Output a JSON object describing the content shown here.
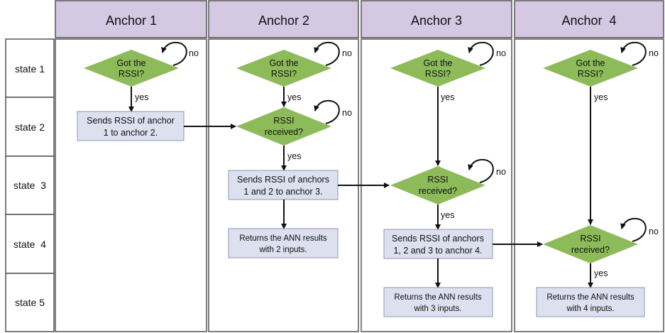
{
  "columns": [
    "Anchor 1",
    "Anchor 2",
    "Anchor 3",
    "Anchor  4"
  ],
  "states": [
    "state 1",
    "state 2",
    "state  3",
    "state  4",
    "state 5"
  ],
  "decisions": {
    "a1_got": [
      "Got the",
      "RSSI?"
    ],
    "a2_got": [
      "Got the",
      "RSSI?"
    ],
    "a3_got": [
      "Got the",
      "RSSI?"
    ],
    "a4_got": [
      "Got the",
      "RSSI?"
    ],
    "a2_recv": [
      "RSSI",
      "received?"
    ],
    "a3_recv": [
      "RSSI",
      "received?"
    ],
    "a4_recv": [
      "RSSI",
      "received?"
    ]
  },
  "boxes": {
    "a1_send": [
      "Sends RSSI of anchor",
      "1 to anchor 2."
    ],
    "a2_send": [
      "Sends RSSI of anchors",
      "1 and 2 to anchor 3."
    ],
    "a2_return": [
      "Returns the ANN results",
      "with 2 inputs."
    ],
    "a3_send": [
      "Sends RSSI of anchors",
      "1, 2 and 3 to anchor 4."
    ],
    "a3_return": [
      "Returns the ANN results",
      "with 3 inputs."
    ],
    "a4_return": [
      "Returns the ANN results",
      "with 4 inputs."
    ]
  },
  "labels": {
    "yes": "yes",
    "no": "no"
  },
  "colors": {
    "header_fill": "#d4c8e2",
    "diamond_fill": "#8dbb59",
    "box_fill": "#dde0ef",
    "box_stroke": "#8f96b6",
    "grid_stroke": "#555555"
  }
}
